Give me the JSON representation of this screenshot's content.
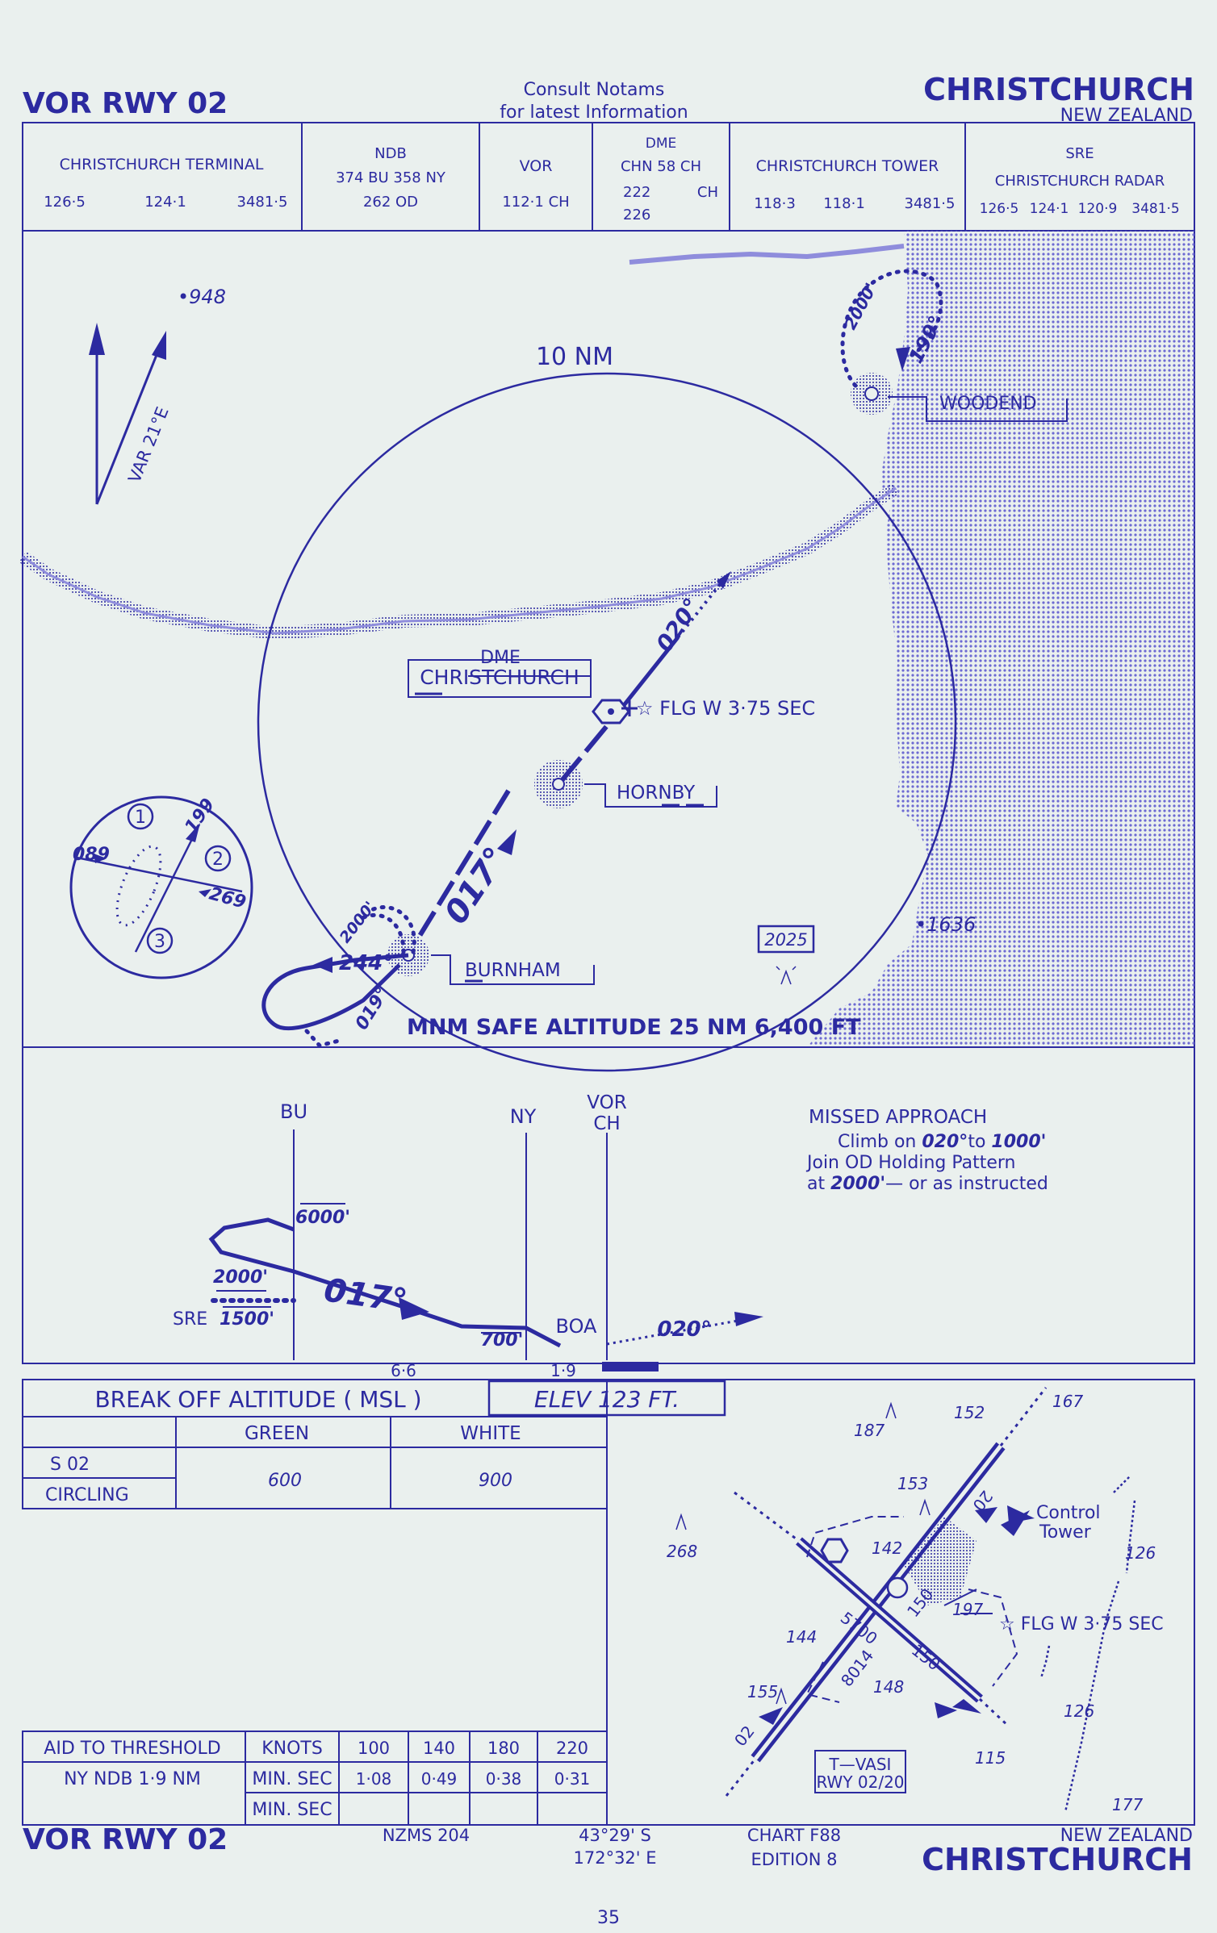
{
  "header": {
    "procedure": "VOR RWY 02",
    "consult_1": "Consult Notams",
    "consult_2": "for latest Information",
    "city": "CHRISTCHURCH",
    "country": "NEW ZEALAND"
  },
  "freq": {
    "terminal_name": "CHRISTCHURCH TERMINAL",
    "terminal_freqs": [
      "126·5",
      "124·1",
      "3481·5"
    ],
    "ndb_title": "NDB",
    "ndb_line1": "374 BU 358 NY",
    "ndb_line2": "262 OD",
    "vor_title": "VOR",
    "vor_freq": "112·1 CH",
    "dme_title": "DME",
    "dme_line1": "CHN 58 CH",
    "dme_line2": "222",
    "dme_line2b": "CH",
    "dme_line3": "226",
    "tower_name": "CHRISTCHURCH TOWER",
    "tower_freqs": [
      "118·3",
      "118·1",
      "3481·5"
    ],
    "sre_title": "SRE",
    "radar_name": "CHRISTCHURCH RADAR",
    "radar_freqs": [
      "126·5",
      "124·1",
      "120·9",
      "3481·5"
    ]
  },
  "plan": {
    "elev_948": "•948",
    "variation": "VAR 21°E",
    "range_ring": "10 NM",
    "woodend_alt": "2000'",
    "woodend_course": "199°",
    "woodend": "WOODEND",
    "dme_label": "DME",
    "dme_station": "CHRISTCHURCH",
    "course_020": "020°",
    "light": "☆ FLG W 3·75 SEC",
    "hornby": "HORNBY",
    "course_017": "017°",
    "burnham": "BURNHAM",
    "burnham_alt": "2000'",
    "burnham_244": "244°",
    "burnham_019": "019°",
    "obstacle": "2025",
    "elev_1636": "•1636",
    "msa": "MNM SAFE ALTITUDE 25 NM 6,400 FT",
    "sector_nums": [
      "1",
      "2",
      "3"
    ],
    "sector_bearings": [
      "199",
      "089",
      "269"
    ]
  },
  "profile": {
    "bu": "BU",
    "ny": "NY",
    "vor_1": "VOR",
    "vor_2": "CH",
    "alt_6000": "6000'",
    "alt_2000": "2000'",
    "alt_1500": "1500'",
    "alt_700": "700'",
    "sre": "SRE",
    "course_017": "017°",
    "boa": "BOA",
    "course_020": "020°",
    "dist_66": "6·6",
    "dist_19": "1·9",
    "ma_title": "MISSED APPROACH",
    "ma_line1_a": "Climb on ",
    "ma_line1_b": "020°",
    "ma_line1_c": "to ",
    "ma_line1_d": "1000'",
    "ma_line2": "Join OD Holding Pattern",
    "ma_line3_a": "at ",
    "ma_line3_b": "2000'",
    "ma_line3_c": "— or as instructed"
  },
  "minima": {
    "title": "BREAK OFF ALTITUDE ( MSL )",
    "elev": "ELEV 123 FT.",
    "col_green": "GREEN",
    "col_white": "WHITE",
    "row_s02": "S 02",
    "row_circling": "CIRCLING",
    "green_value": "600",
    "white_value": "900"
  },
  "timing": {
    "label_1": "AID TO THRESHOLD",
    "label_2": "NY NDB 1·9 NM",
    "knots": "KNOTS",
    "minsec": "MIN. SEC",
    "speeds": [
      "100",
      "140",
      "180",
      "220"
    ],
    "times": [
      "1·08",
      "0·49",
      "0·38",
      "0·31"
    ]
  },
  "airport": {
    "e167": "167",
    "e152": "152",
    "e187": "187",
    "e153": "153",
    "e268": "268",
    "e142": "142",
    "control_tower_1": "Control",
    "control_tower_2": "Tower",
    "e126a": "126",
    "rwy_5700": "5700",
    "rwy_8014": "8014",
    "rwy_150a": "150",
    "rwy_150b": "150",
    "e197": "197",
    "light": "☆ FLG W 3·75 SEC",
    "e144": "144",
    "e148": "148",
    "e155": "155",
    "e126b": "126",
    "e115": "115",
    "rwy_02": "02",
    "rwy_20": "20",
    "vasi_1": "T—VASI",
    "vasi_2": "RWY 02/20",
    "e177": "177"
  },
  "footer": {
    "procedure": "VOR RWY 02",
    "nzms": "NZMS 204",
    "lat": "43°29' S",
    "lon": "172°32' E",
    "chart": "CHART F88",
    "edition": "EDITION 8",
    "country": "NEW ZEALAND",
    "city": "CHRISTCHURCH",
    "page": "35"
  }
}
